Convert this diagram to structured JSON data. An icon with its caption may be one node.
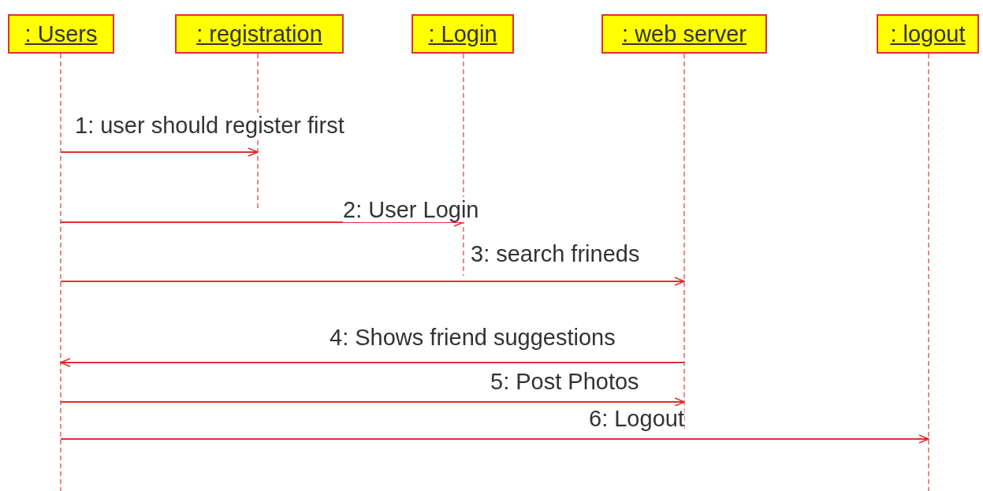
{
  "diagram": {
    "nodes": [
      {
        "text": [
          ": Users"
        ]
      },
      {
        "text": [
          ": registration"
        ]
      },
      {
        "text": [
          ": Login"
        ]
      },
      {
        "text": [
          ": web server"
        ]
      },
      {
        "text": [
          ": logout"
        ]
      }
    ],
    "edges": [
      {
        "from": 0,
        "to": 1,
        "arrow": "to",
        "label": "1: user should register first"
      },
      {
        "from": 0,
        "to": 2,
        "arrow": "to",
        "label": "2: User Login"
      },
      {
        "from": 0,
        "to": 3,
        "arrow": "to",
        "label": "3: search frineds"
      },
      {
        "from": 3,
        "to": 0,
        "arrow": "to",
        "label": "4: Shows friend suggestions"
      },
      {
        "from": 0,
        "to": 3,
        "arrow": "to",
        "label": "5: Post Photos"
      },
      {
        "from": 0,
        "to": 4,
        "arrow": "to",
        "label": "6: Logout"
      }
    ]
  }
}
